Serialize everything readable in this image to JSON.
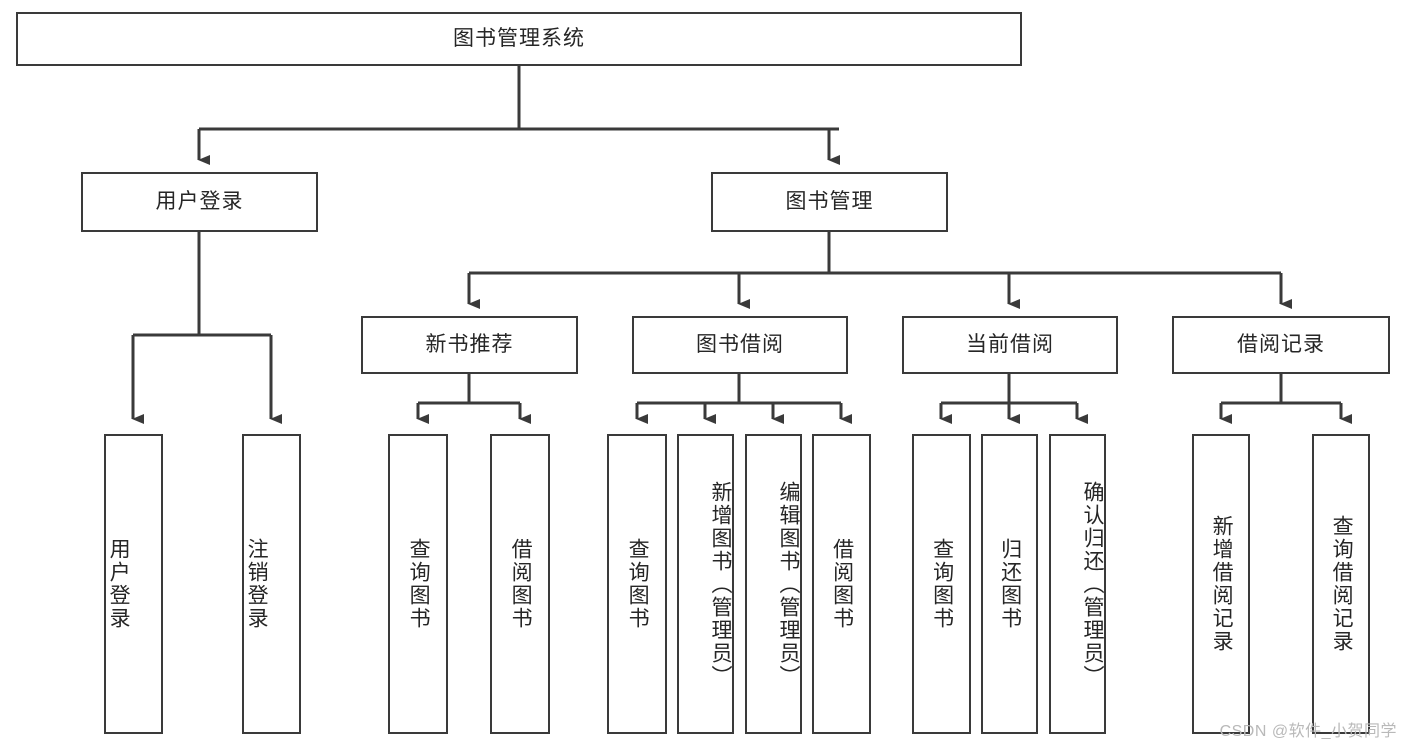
{
  "diagram": {
    "title": "图书管理系统",
    "type": "hierarchy-tree",
    "watermark": "CSDN @软件_小贺同学",
    "colors": {
      "stroke": "#3a3a3a",
      "fill": "#ffffff",
      "text": "#262626",
      "watermark": "#b9b9b9"
    },
    "levels": {
      "root": {
        "label": "图书管理系统"
      },
      "level1": [
        {
          "label": "用户登录"
        },
        {
          "label": "图书管理"
        }
      ],
      "level2": [
        {
          "label": "新书推荐"
        },
        {
          "label": "图书借阅"
        },
        {
          "label": "当前借阅"
        },
        {
          "label": "借阅记录"
        }
      ],
      "leaves": {
        "user_login": [
          {
            "label": "用户登录"
          },
          {
            "label": "注销登录"
          }
        ],
        "new_book_rec": [
          {
            "label": "查询图书"
          },
          {
            "label": "借阅图书"
          }
        ],
        "book_borrow": [
          {
            "label": "查询图书"
          },
          {
            "label": "新增图书（管理员）"
          },
          {
            "label": "编辑图书（管理员）"
          },
          {
            "label": "借阅图书"
          }
        ],
        "current_borrow": [
          {
            "label": "查询图书"
          },
          {
            "label": "归还图书"
          },
          {
            "label": "确认归还（管理员）"
          }
        ],
        "borrow_record": [
          {
            "label": "新增借阅记录"
          },
          {
            "label": "查询借阅记录"
          }
        ]
      }
    }
  }
}
